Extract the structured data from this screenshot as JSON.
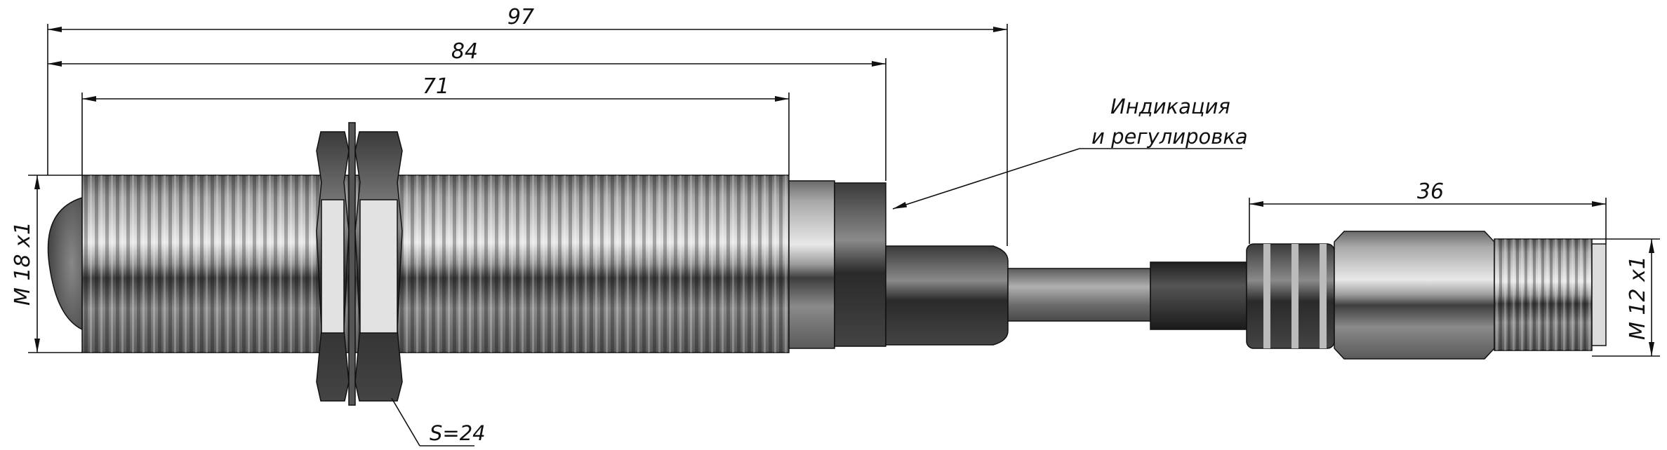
{
  "title": "Sensor M18x1 with M12x1 connector — dimensional drawing",
  "dimensions": {
    "overall": "97",
    "to_collar": "84",
    "thread_length": "71",
    "connector_length": "36",
    "body_thread": "M 18 x1",
    "connector_thread": "M 12 x1",
    "nut_size": "S=24"
  },
  "callouts": {
    "indication_line1": "Индикация",
    "indication_line2": "и регулировка"
  },
  "colors": {
    "line": "#111111",
    "metal_light": "#e6e6e6",
    "metal_dark": "#4a4a4a",
    "cable": "#7a7a7a",
    "sleeve": "#2e2e2e"
  }
}
